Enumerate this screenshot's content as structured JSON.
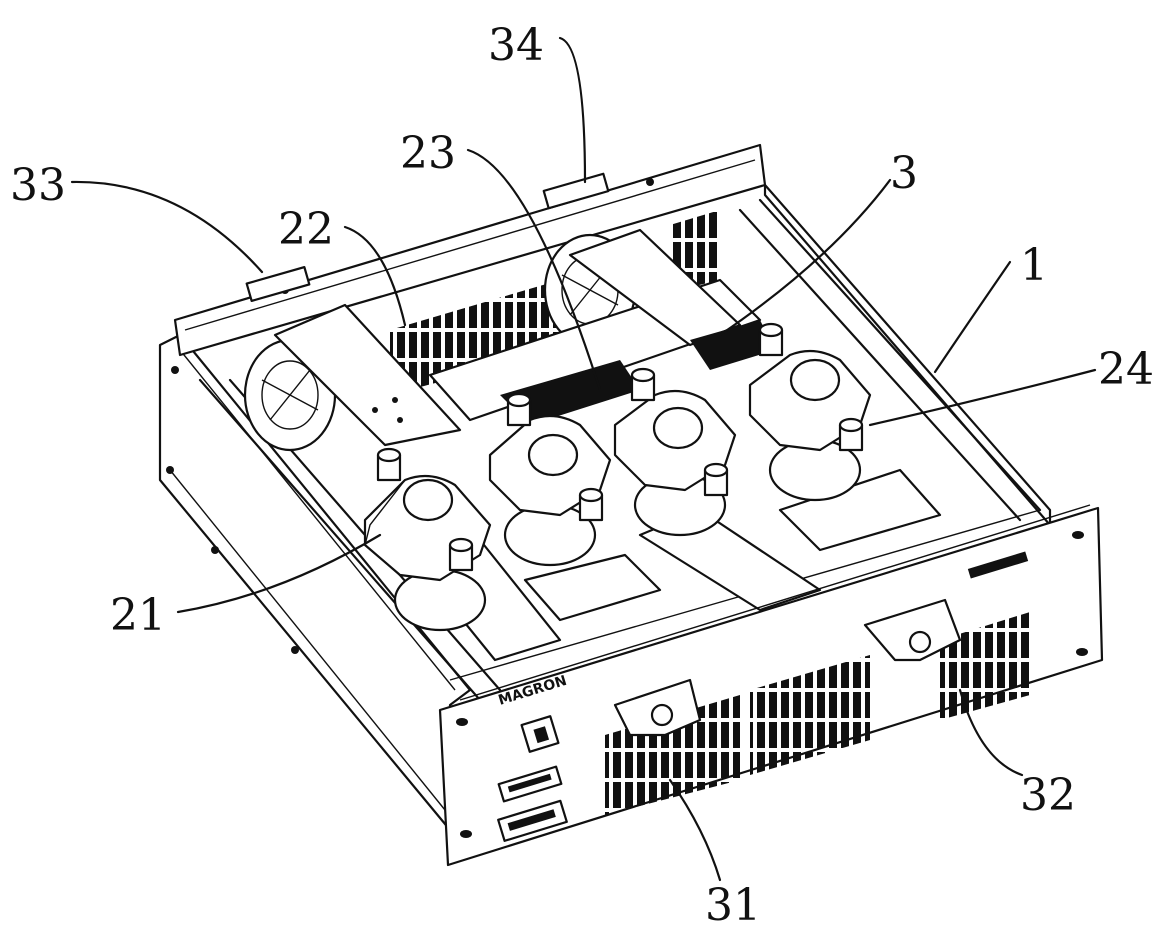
{
  "figure": {
    "labels": {
      "l1": "1",
      "l3": "3",
      "l21": "21",
      "l22": "22",
      "l23": "23",
      "l24": "24",
      "l31": "31",
      "l32": "32",
      "l33": "33",
      "l34": "34"
    },
    "brand_text": "MAGRON"
  },
  "colors": {
    "ink": "#111111",
    "paper": "#ffffff"
  }
}
